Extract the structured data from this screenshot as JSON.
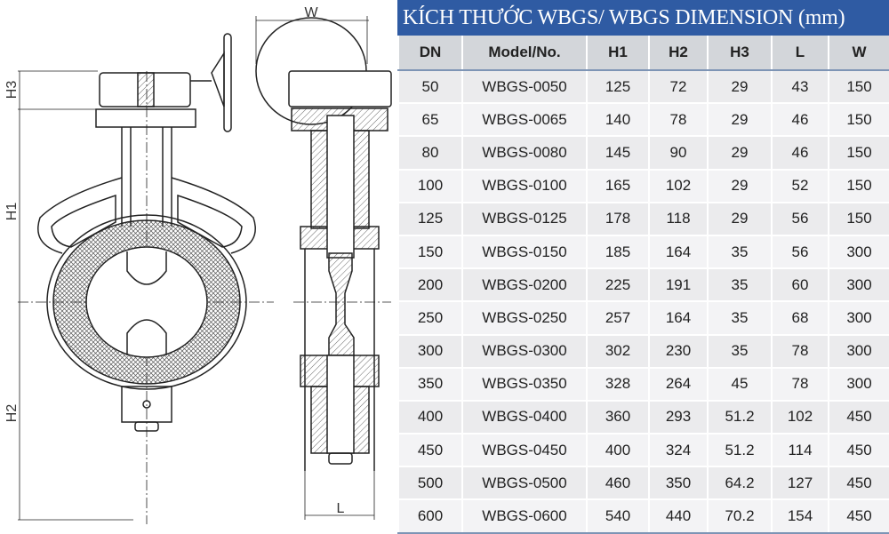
{
  "drawing": {
    "labels": {
      "h1": "H1",
      "h2": "H2",
      "h3": "H3",
      "w": "W",
      "l": "L"
    }
  },
  "table": {
    "title": "KÍCH THƯỚC WBGS/ WBGS DIMENSION (mm)",
    "colors": {
      "title_bg": "#2f5ba3",
      "header_bg": "#d3d6da"
    },
    "headers": [
      "DN",
      "Model/No.",
      "H1",
      "H2",
      "H3",
      "L",
      "W"
    ],
    "rows": [
      [
        "50",
        "WBGS-0050",
        "125",
        "72",
        "29",
        "43",
        "150"
      ],
      [
        "65",
        "WBGS-0065",
        "140",
        "78",
        "29",
        "46",
        "150"
      ],
      [
        "80",
        "WBGS-0080",
        "145",
        "90",
        "29",
        "46",
        "150"
      ],
      [
        "100",
        "WBGS-0100",
        "165",
        "102",
        "29",
        "52",
        "150"
      ],
      [
        "125",
        "WBGS-0125",
        "178",
        "118",
        "29",
        "56",
        "150"
      ],
      [
        "150",
        "WBGS-0150",
        "185",
        "164",
        "35",
        "56",
        "300"
      ],
      [
        "200",
        "WBGS-0200",
        "225",
        "191",
        "35",
        "60",
        "300"
      ],
      [
        "250",
        "WBGS-0250",
        "257",
        "164",
        "35",
        "68",
        "300"
      ],
      [
        "300",
        "WBGS-0300",
        "302",
        "230",
        "35",
        "78",
        "300"
      ],
      [
        "350",
        "WBGS-0350",
        "328",
        "264",
        "45",
        "78",
        "300"
      ],
      [
        "400",
        "WBGS-0400",
        "360",
        "293",
        "51.2",
        "102",
        "450"
      ],
      [
        "450",
        "WBGS-0450",
        "400",
        "324",
        "51.2",
        "114",
        "450"
      ],
      [
        "500",
        "WBGS-0500",
        "460",
        "350",
        "64.2",
        "127",
        "450"
      ],
      [
        "600",
        "WBGS-0600",
        "540",
        "440",
        "70.2",
        "154",
        "450"
      ]
    ]
  }
}
